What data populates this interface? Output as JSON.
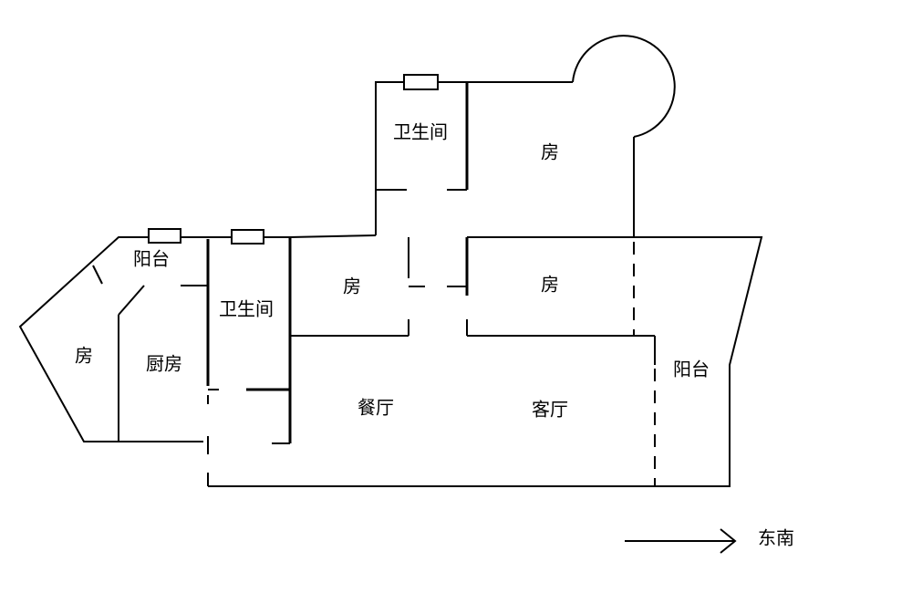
{
  "rooms": {
    "bath_top": "卫生间",
    "room_top_right": "房",
    "room_middle_left": "房",
    "room_middle_right": "房",
    "balcony_left": "阳台",
    "bath_left": "卫生间",
    "room_far_left": "房",
    "kitchen": "厨房",
    "dining": "餐厅",
    "living": "客厅",
    "balcony_right": "阳台"
  },
  "compass": {
    "direction_label": "东南"
  }
}
